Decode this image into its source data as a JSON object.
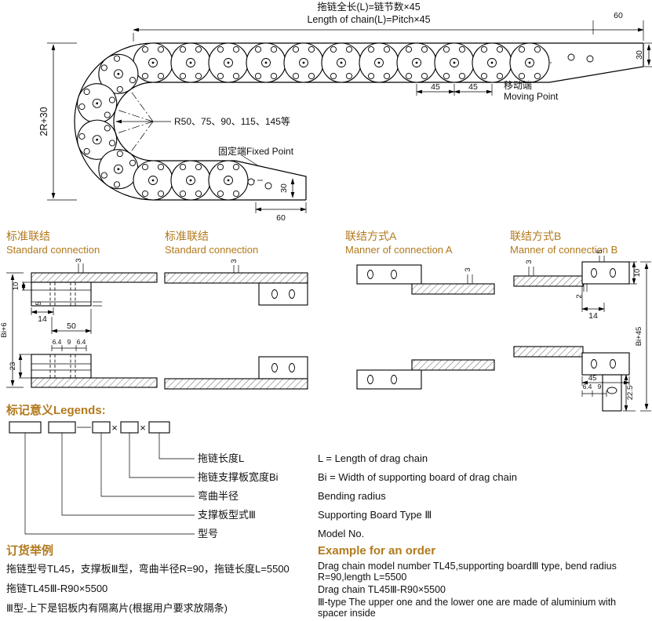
{
  "colors": {
    "accent": "#b2791c",
    "line": "#000000"
  },
  "main_drawing": {
    "chain_length_cn": "拖链全长(L)=链节数×45",
    "chain_length_en": "Length of chain(L)=Pitch×45",
    "dim_top_60": "60",
    "dim_right_30": "30",
    "dim_pitch_a": "45",
    "dim_pitch_b": "45",
    "moving_point_cn": "移动端",
    "moving_point_en": "Moving Point",
    "dim_height": "2R+30",
    "radius_note": "R50、75、90、115、145等",
    "fixed_point": "固定端Fixed Point",
    "dim_fixed_30": "30",
    "dim_fixed_60": "60"
  },
  "views": {
    "v1": {
      "title_cn": "标准联结",
      "title_en": "Standard connection",
      "dim_3": "3",
      "dim_10": "10",
      "dim_14": "14",
      "dim_5": "5",
      "dim_50": "50",
      "dim_6_4a": "6.4",
      "dim_9": "9",
      "dim_6_4b": "6.4",
      "dim_23": "23",
      "dim_bi": "Bi+6"
    },
    "v2": {
      "title_cn": "标准联结",
      "title_en": "Standard connection",
      "dim_3": "3"
    },
    "v3": {
      "title_cn": "联结方式A",
      "title_en": "Manner of connection A",
      "dim_3": "3"
    },
    "v4": {
      "title_cn": "联结方式B",
      "title_en": "Manner of connection B",
      "dim_3": "3",
      "dim_5": "5",
      "dim_10": "10",
      "dim_2": "2",
      "dim_14": "14",
      "dim_bi": "Bi+45",
      "dim_45": "45",
      "dim_6_4": "6.4",
      "dim_9": "9",
      "dim_22_5": "22.5"
    }
  },
  "legend": {
    "title": "标记意义Legends:",
    "multiply": "×",
    "rows": [
      {
        "cn": "拖链长度L",
        "en": "L = Length of drag chain"
      },
      {
        "cn": "拖链支撑板宽度Bi",
        "en": "Bi = Width of supporting board of drag chain"
      },
      {
        "cn": "弯曲半径",
        "en": "Bending radius"
      },
      {
        "cn": "支撑板型式Ⅲ",
        "en": "Supporting Board Type Ⅲ"
      },
      {
        "cn": "型号",
        "en": "Model No."
      }
    ]
  },
  "order": {
    "heading_cn": "订货举例",
    "heading_en": "Example for an order",
    "cn_line1": "拖链型号TL45，支撑板Ⅲ型，弯曲半径R=90，拖链长度L=5500",
    "cn_line2": "拖链TL45Ⅲ-R90×5500",
    "cn_line3": "Ⅲ型-上下是铝板内有隔离片(根据用户要求放隔条)",
    "en_line1": "Drag chain model number TL45,supporting boardⅢ type, bend radius R=90,length L=5500",
    "en_line2": "Drag chain TL45Ⅲ-R90×5500",
    "en_line3": "Ⅲ-type The upper one and the lower one are made of aluminium with spacer inside"
  }
}
